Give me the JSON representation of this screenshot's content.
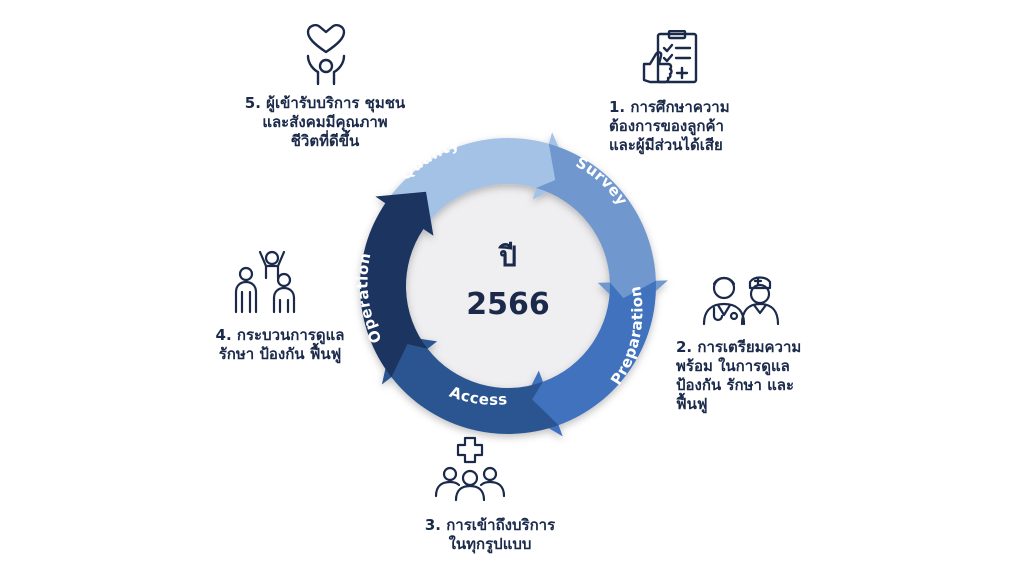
{
  "center": {
    "line1": "ปี",
    "line2": "2566"
  },
  "cycle_segments": [
    {
      "label": "Survey",
      "color": "#a4c2e6"
    },
    {
      "label": "Preparation",
      "color": "#6f98cf"
    },
    {
      "label": "Access",
      "color": "#3f72be"
    },
    {
      "label": "Operation",
      "color": "#2a5491"
    },
    {
      "label": "Quality",
      "color": "#1a3560"
    }
  ],
  "steps": [
    {
      "lines": [
        "1. การศึกษาความ",
        "ต้องการของลูกค้า",
        "และผู้มีส่วนได้เสีย"
      ],
      "icon": "survey-checklist-icon"
    },
    {
      "lines": [
        "2. การเตรียมความ",
        "พร้อม ในการดูแล",
        "ป้องกัน รักษา และ",
        "ฟื้นฟู"
      ],
      "icon": "doctor-nurse-icon"
    },
    {
      "lines": [
        "3. การเข้าถึงบริการ",
        "ในทุกรูปแบบ"
      ],
      "icon": "community-health-icon"
    },
    {
      "lines": [
        "4. กระบวนการดูแล",
        "รักษา ป้องกัน ฟื้นฟู"
      ],
      "icon": "caregiver-people-icon"
    },
    {
      "lines": [
        "5. ผู้เข้ารับบริการ ชุมชน",
        "และสังคมมีคุณภาพ",
        "ชีวิตที่ดีขึ้น"
      ],
      "icon": "heart-person-icon"
    }
  ],
  "colors": {
    "text": "#1b2a4a",
    "center_fill": "#efeff1"
  }
}
